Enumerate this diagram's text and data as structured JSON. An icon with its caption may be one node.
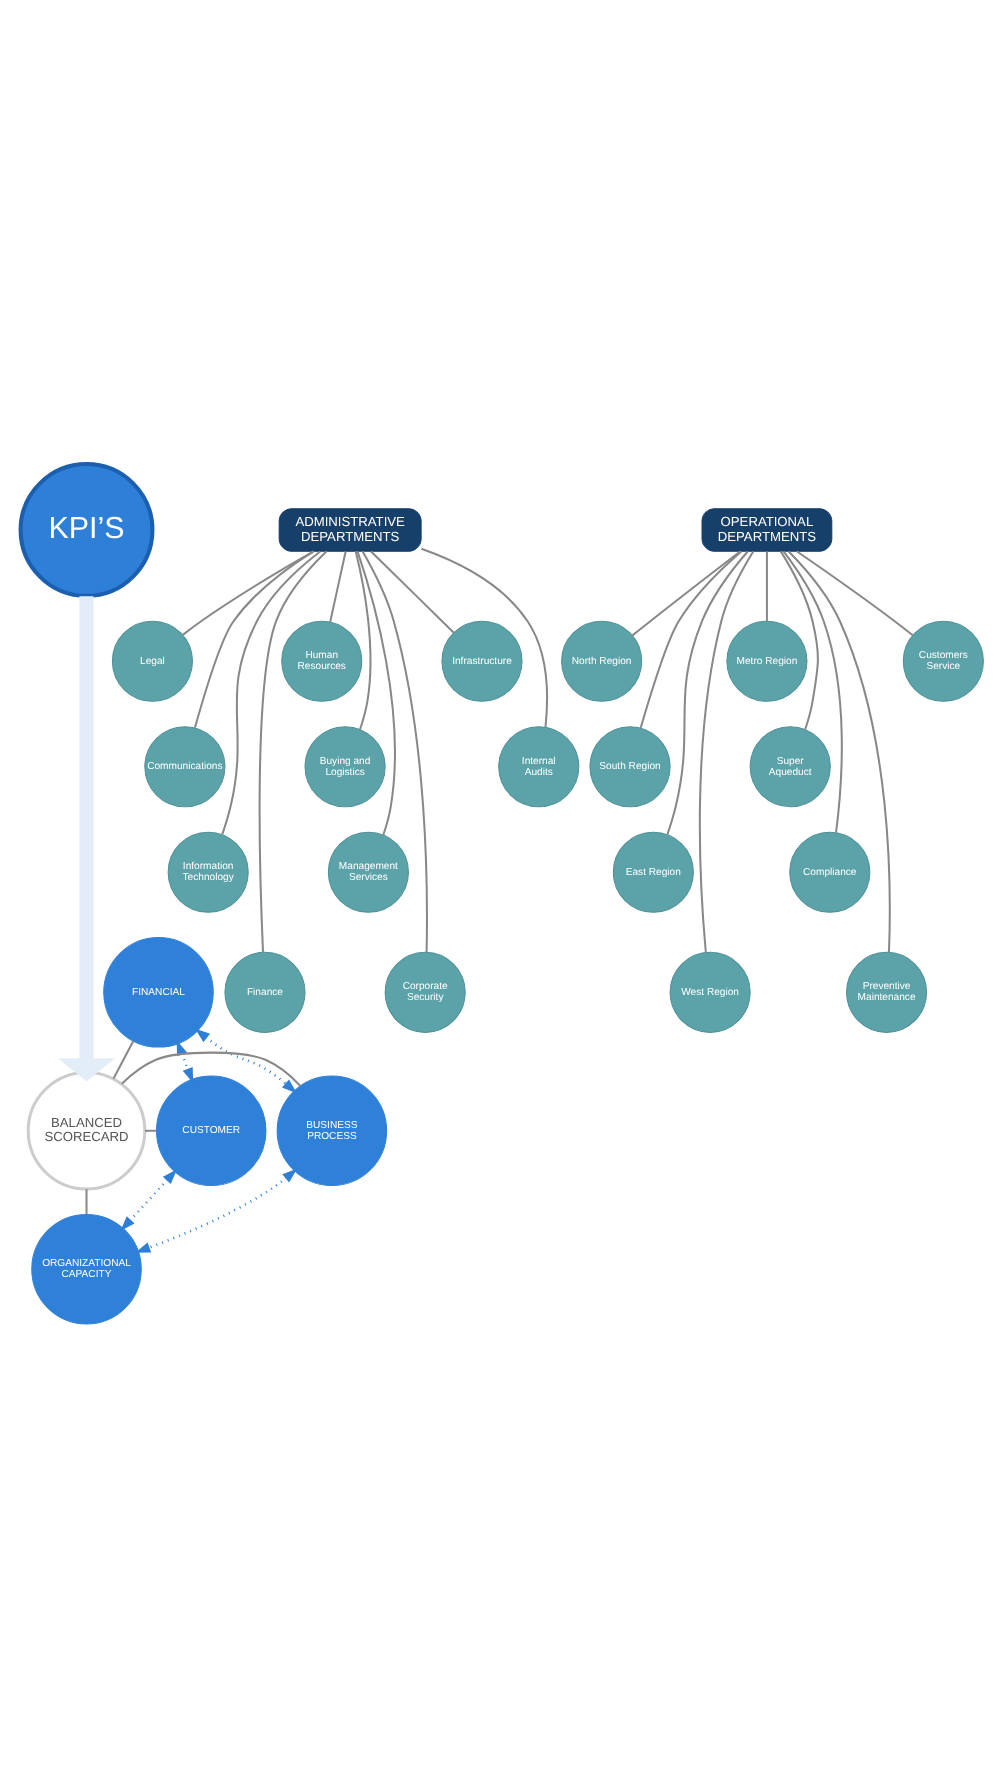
{
  "diagram": {
    "nodes": [
      {
        "text": [
          "KPI’S"
        ]
      },
      {
        "text": [
          "ADMINISTRATIVE DEPARTMENTS"
        ]
      },
      {
        "text": [
          "OPERATIONAL DEPARTMENTS"
        ]
      },
      {
        "text": [
          "Legal"
        ]
      },
      {
        "text": [
          "Communications"
        ]
      },
      {
        "text": [
          "Information Technology"
        ]
      },
      {
        "text": [
          "Finance"
        ]
      },
      {
        "text": [
          "Human Resources"
        ]
      },
      {
        "text": [
          "Buying and Logistics"
        ]
      },
      {
        "text": [
          "Management Services"
        ]
      },
      {
        "text": [
          "Corporate Security"
        ]
      },
      {
        "text": [
          "Infrastructure"
        ]
      },
      {
        "text": [
          "Internal Audits"
        ]
      },
      {
        "text": [
          "North Region"
        ]
      },
      {
        "text": [
          "South Region"
        ]
      },
      {
        "text": [
          "East Region"
        ]
      },
      {
        "text": [
          "West Region"
        ]
      },
      {
        "text": [
          "Metro Region"
        ]
      },
      {
        "text": [
          "Super Aqueduct"
        ]
      },
      {
        "text": [
          "Compliance"
        ]
      },
      {
        "text": [
          "Preventive Maintenance"
        ]
      },
      {
        "text": [
          "Customers Service"
        ]
      },
      {
        "text": [
          "FINANCIAL"
        ]
      },
      {
        "text": [
          "CUSTOMER"
        ]
      },
      {
        "text": [
          "BALANCED SCORECARD"
        ]
      },
      {
        "text": [
          "BUSINESS PROCESS"
        ]
      },
      {
        "text": [
          "ORGANIZATIONAL CAPACITY"
        ]
      }
    ],
    "edges": [
      {
        "from": 1,
        "to": 3,
        "arrow": "none"
      },
      {
        "from": 1,
        "to": 4,
        "arrow": "none"
      },
      {
        "from": 1,
        "to": 5,
        "arrow": "none"
      },
      {
        "from": 1,
        "to": 6,
        "arrow": "none"
      },
      {
        "from": 1,
        "to": 7,
        "arrow": "none"
      },
      {
        "from": 1,
        "to": 8,
        "arrow": "none"
      },
      {
        "from": 1,
        "to": 9,
        "arrow": "none"
      },
      {
        "from": 1,
        "to": 10,
        "arrow": "none"
      },
      {
        "from": 1,
        "to": 11,
        "arrow": "none"
      },
      {
        "from": 1,
        "to": 12,
        "arrow": "none"
      },
      {
        "from": 2,
        "to": 13,
        "arrow": "none"
      },
      {
        "from": 2,
        "to": 14,
        "arrow": "none"
      },
      {
        "from": 2,
        "to": 15,
        "arrow": "none"
      },
      {
        "from": 2,
        "to": 16,
        "arrow": "none"
      },
      {
        "from": 2,
        "to": 17,
        "arrow": "none"
      },
      {
        "from": 2,
        "to": 18,
        "arrow": "none"
      },
      {
        "from": 2,
        "to": 19,
        "arrow": "none"
      },
      {
        "from": 2,
        "to": 20,
        "arrow": "none"
      },
      {
        "from": 2,
        "to": 21,
        "arrow": "none"
      },
      {
        "from": 0,
        "to": 24,
        "arrow": "to",
        "style": "thick",
        "color": "#e3edf8"
      },
      {
        "from": 22,
        "to": 23,
        "arrow": "both",
        "style": "dashed",
        "color": "#2f7fd6"
      },
      {
        "from": 22,
        "to": 25,
        "arrow": "both",
        "style": "dashed",
        "color": "#2f7fd6"
      },
      {
        "from": 23,
        "to": 26,
        "arrow": "both",
        "style": "dashed",
        "color": "#2f7fd6"
      },
      {
        "from": 25,
        "to": 26,
        "arrow": "both",
        "style": "dashed",
        "color": "#2f7fd6"
      },
      {
        "from": 22,
        "to": 24,
        "arrow": "none"
      },
      {
        "from": 23,
        "to": 24,
        "arrow": "none"
      },
      {
        "from": 24,
        "to": 25,
        "arrow": "none"
      },
      {
        "from": 24,
        "to": 26,
        "arrow": "none"
      }
    ]
  }
}
